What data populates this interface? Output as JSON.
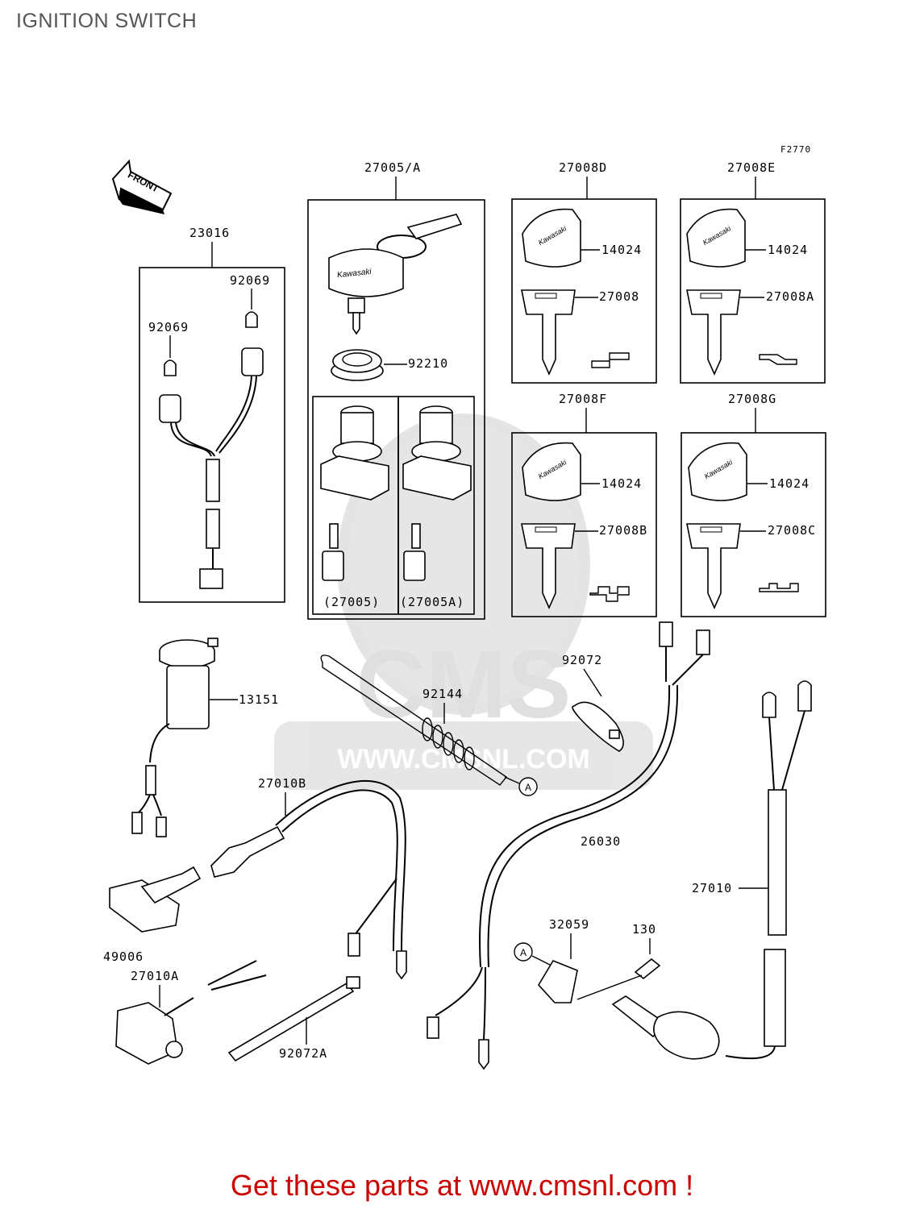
{
  "title": "IGNITION SWITCH",
  "figure_code": "F2770",
  "front_arrow": "FRONT",
  "cta": "Get these parts at www.cmsnl.com !",
  "watermark": {
    "brand": "CMS",
    "url": "WWW.CMSNL.COM"
  },
  "key_brand": "Kawasaki",
  "parts": [
    {
      "id": "p23016",
      "label": "23016"
    },
    {
      "id": "p92069a",
      "label": "92069"
    },
    {
      "id": "p92069b",
      "label": "92069"
    },
    {
      "id": "p27005a",
      "label": "27005/A"
    },
    {
      "id": "p92210",
      "label": "92210"
    },
    {
      "id": "p27005",
      "label": "(27005)"
    },
    {
      "id": "p27005A",
      "label": "(27005A)"
    },
    {
      "id": "p27008D",
      "label": "27008D"
    },
    {
      "id": "p14024a",
      "label": "14024"
    },
    {
      "id": "p27008",
      "label": "27008"
    },
    {
      "id": "p27008E",
      "label": "27008E"
    },
    {
      "id": "p14024b",
      "label": "14024"
    },
    {
      "id": "p27008A",
      "label": "27008A"
    },
    {
      "id": "p27008F",
      "label": "27008F"
    },
    {
      "id": "p14024c",
      "label": "14024"
    },
    {
      "id": "p27008B",
      "label": "27008B"
    },
    {
      "id": "p27008G",
      "label": "27008G"
    },
    {
      "id": "p14024d",
      "label": "14024"
    },
    {
      "id": "p27008C",
      "label": "27008C"
    },
    {
      "id": "p13151",
      "label": "13151"
    },
    {
      "id": "p92144",
      "label": "92144"
    },
    {
      "id": "p92072",
      "label": "92072"
    },
    {
      "id": "p27010B",
      "label": "27010B"
    },
    {
      "id": "p26030",
      "label": "26030"
    },
    {
      "id": "p27010",
      "label": "27010"
    },
    {
      "id": "p49006",
      "label": "49006"
    },
    {
      "id": "p32059",
      "label": "32059"
    },
    {
      "id": "p130",
      "label": "130"
    },
    {
      "id": "p27010A",
      "label": "27010A"
    },
    {
      "id": "p92072A",
      "label": "92072A"
    }
  ],
  "callouts": [
    "A",
    "A"
  ]
}
